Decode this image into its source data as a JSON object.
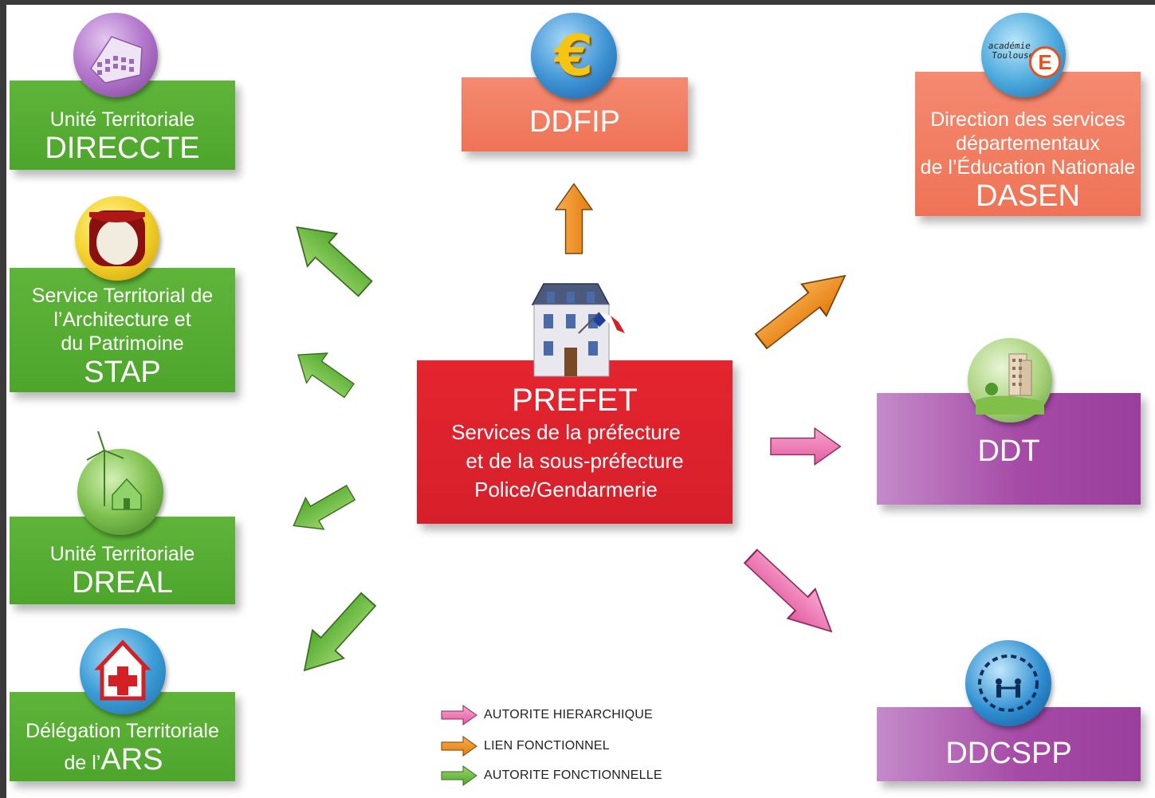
{
  "boxes": {
    "directe": {
      "line1": "Unité Territoriale",
      "line2": "DIRECCTE"
    },
    "stap": {
      "line1": "Service Territorial de",
      "line2": "l’Architecture et",
      "line3": "du Patrimoine",
      "line4": "STAP"
    },
    "dreal": {
      "line1": "Unité Territoriale",
      "line2": "DREAL"
    },
    "ars": {
      "line1": "Délégation Territoriale",
      "prefix": "de l’",
      "line2": "ARS"
    },
    "ddfip": {
      "line1": "DDFIP"
    },
    "dasen": {
      "line1": "Direction des services",
      "line2": "départementaux",
      "line3": "de l’Éducation Nationale",
      "line4": "DASEN"
    },
    "ddt": {
      "line1": "DDT"
    },
    "ddcspp": {
      "line1": "DDCSPP"
    },
    "prefet": {
      "line1": "PREFET",
      "line2": "Services de la préfecture",
      "line3": "et de la sous-préfecture",
      "line4": "Police/Gendarmerie"
    }
  },
  "icons": {
    "academie_logo": {
      "line1": "académie",
      "line2": "Toulouse",
      "letter": "E"
    },
    "euro": "€"
  },
  "legend": [
    {
      "label": "AUTORITE HIERARCHIQUE",
      "color": "#f06ab0"
    },
    {
      "label": "LIEN FONCTIONNEL",
      "color": "#f28c1e"
    },
    {
      "label": "AUTORITE FONCTIONNELLE",
      "color": "#6cc04a"
    }
  ],
  "colors": {
    "green": "#4da52b",
    "salmon": "#ef7356",
    "purple": "#a54aa6",
    "red": "#d61f2a",
    "pink_arrow": "#f06ab0",
    "orange_arrow": "#f28c1e",
    "green_arrow": "#6cc04a"
  }
}
